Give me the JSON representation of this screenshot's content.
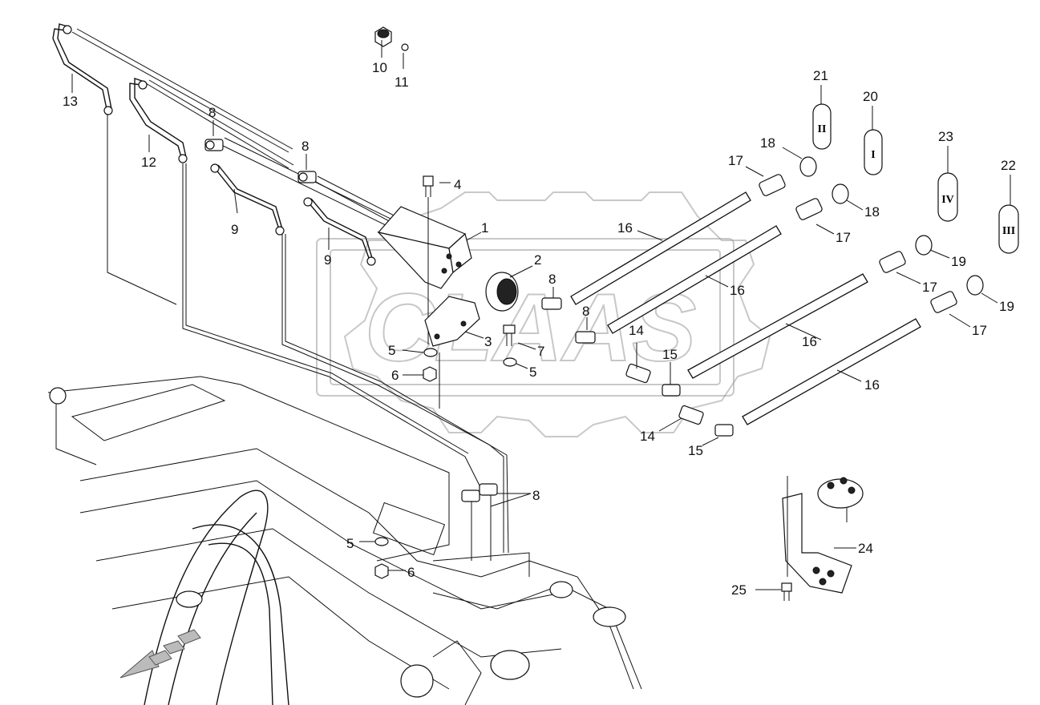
{
  "diagram": {
    "labels": [
      {
        "id": "c1",
        "text": "1"
      },
      {
        "id": "c2",
        "text": "2"
      },
      {
        "id": "c3",
        "text": "3"
      },
      {
        "id": "c4",
        "text": "4"
      },
      {
        "id": "c5a",
        "text": "5"
      },
      {
        "id": "c5b",
        "text": "5"
      },
      {
        "id": "c5c",
        "text": "5"
      },
      {
        "id": "c6a",
        "text": "6"
      },
      {
        "id": "c6b",
        "text": "6"
      },
      {
        "id": "c7",
        "text": "7"
      },
      {
        "id": "c8a",
        "text": "8"
      },
      {
        "id": "c8b",
        "text": "8"
      },
      {
        "id": "c8c",
        "text": "8"
      },
      {
        "id": "c8d",
        "text": "8"
      },
      {
        "id": "c8e",
        "text": "8"
      },
      {
        "id": "c9a",
        "text": "9"
      },
      {
        "id": "c9b",
        "text": "9"
      },
      {
        "id": "c10",
        "text": "10"
      },
      {
        "id": "c11",
        "text": "11"
      },
      {
        "id": "c12",
        "text": "12"
      },
      {
        "id": "c13",
        "text": "13"
      },
      {
        "id": "c14a",
        "text": "14"
      },
      {
        "id": "c14b",
        "text": "14"
      },
      {
        "id": "c15a",
        "text": "15"
      },
      {
        "id": "c15b",
        "text": "15"
      },
      {
        "id": "c16a",
        "text": "16"
      },
      {
        "id": "c16b",
        "text": "16"
      },
      {
        "id": "c16c",
        "text": "16"
      },
      {
        "id": "c16d",
        "text": "16"
      },
      {
        "id": "c17a",
        "text": "17"
      },
      {
        "id": "c17b",
        "text": "17"
      },
      {
        "id": "c17c",
        "text": "17"
      },
      {
        "id": "c17d",
        "text": "17"
      },
      {
        "id": "c18a",
        "text": "18"
      },
      {
        "id": "c18b",
        "text": "18"
      },
      {
        "id": "c19a",
        "text": "19"
      },
      {
        "id": "c19b",
        "text": "19"
      },
      {
        "id": "c20",
        "text": "20"
      },
      {
        "id": "c21",
        "text": "21"
      },
      {
        "id": "c22",
        "text": "22"
      },
      {
        "id": "c23",
        "text": "23"
      },
      {
        "id": "c24",
        "text": "24"
      },
      {
        "id": "c25",
        "text": "25"
      }
    ],
    "tag_marks": {
      "t20": "I",
      "t21": "II",
      "t22": "III",
      "t23": "IV"
    },
    "watermark": "CLAAS"
  }
}
